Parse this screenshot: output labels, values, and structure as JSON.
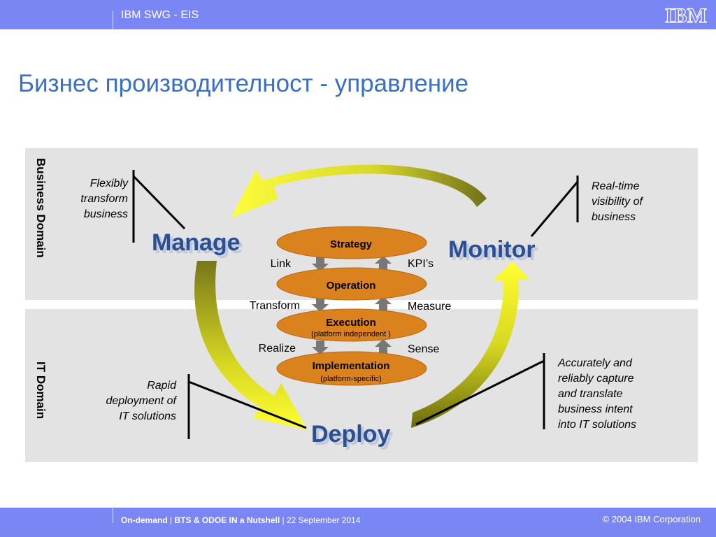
{
  "header": {
    "brand": "IBM SWG - EIS",
    "logo_text": "IBM"
  },
  "title": "Бизнес производителност - управление",
  "domains": {
    "business": "Business Domain",
    "it": "IT Domain"
  },
  "cycle": {
    "manage": "Manage",
    "monitor": "Monitor",
    "deploy": "Deploy"
  },
  "layers": [
    {
      "label": "Strategy",
      "sub": ""
    },
    {
      "label": "Operation",
      "sub": ""
    },
    {
      "label": "Execution",
      "sub": "(platform independent )"
    },
    {
      "label": "Implementation",
      "sub": "(platform-specific)"
    }
  ],
  "connectors": {
    "left": [
      "Link",
      "Transform",
      "Realize"
    ],
    "right": [
      "KPI’s",
      "Measure",
      "Sense"
    ]
  },
  "notes": {
    "flexibly": [
      "Flexibly",
      "transform",
      "business"
    ],
    "realtime": [
      "Real-time",
      "visibility of",
      "business"
    ],
    "rapid": [
      "Rapid",
      "deployment of",
      "IT solutions"
    ],
    "accurately": [
      "Accurately and",
      "reliably capture",
      "and translate",
      "business intent",
      "into IT solutions"
    ]
  },
  "footer": {
    "ondemand": "On-demand",
    "pipe": "|",
    "bts": "BTS & ODOE IN  a Nutshell",
    "date": "22 September 2014",
    "copyright": "© 2004 IBM Corporation"
  },
  "colors": {
    "bar": "#7b86f5",
    "title": "#3a6fc4",
    "band": "#e3e3e3",
    "layer": "#d9821e",
    "cycle_text": "#2b4f93",
    "arrow_light": "#ffff33",
    "arrow_dark": "#6b6b10"
  }
}
